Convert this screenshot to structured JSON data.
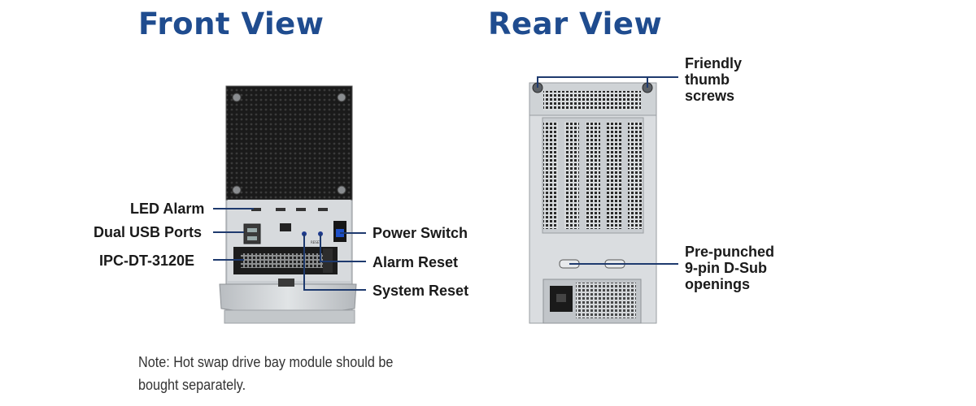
{
  "front": {
    "title": "Front View",
    "labels": {
      "led_alarm": "LED Alarm",
      "dual_usb": "Dual USB Ports",
      "model": "IPC-DT-3120E",
      "power_switch": "Power Switch",
      "alarm_reset": "Alarm Reset",
      "system_reset": "System Reset"
    },
    "panel_tiny": {
      "reset": "RESET"
    }
  },
  "rear": {
    "title": "Rear View",
    "labels": {
      "thumb_screws": [
        "Friendly",
        "thumb",
        "screws"
      ],
      "dsub": [
        "Pre-punched",
        "9-pin D-Sub",
        "openings"
      ]
    }
  },
  "note": [
    "Note: Hot swap drive bay module should be",
    "bought separately."
  ],
  "colors": {
    "heading": "#1f4c8f",
    "callout_line": "#1e3a6e",
    "chassis": "#cfd3d6",
    "fan_grille": "#161616"
  }
}
